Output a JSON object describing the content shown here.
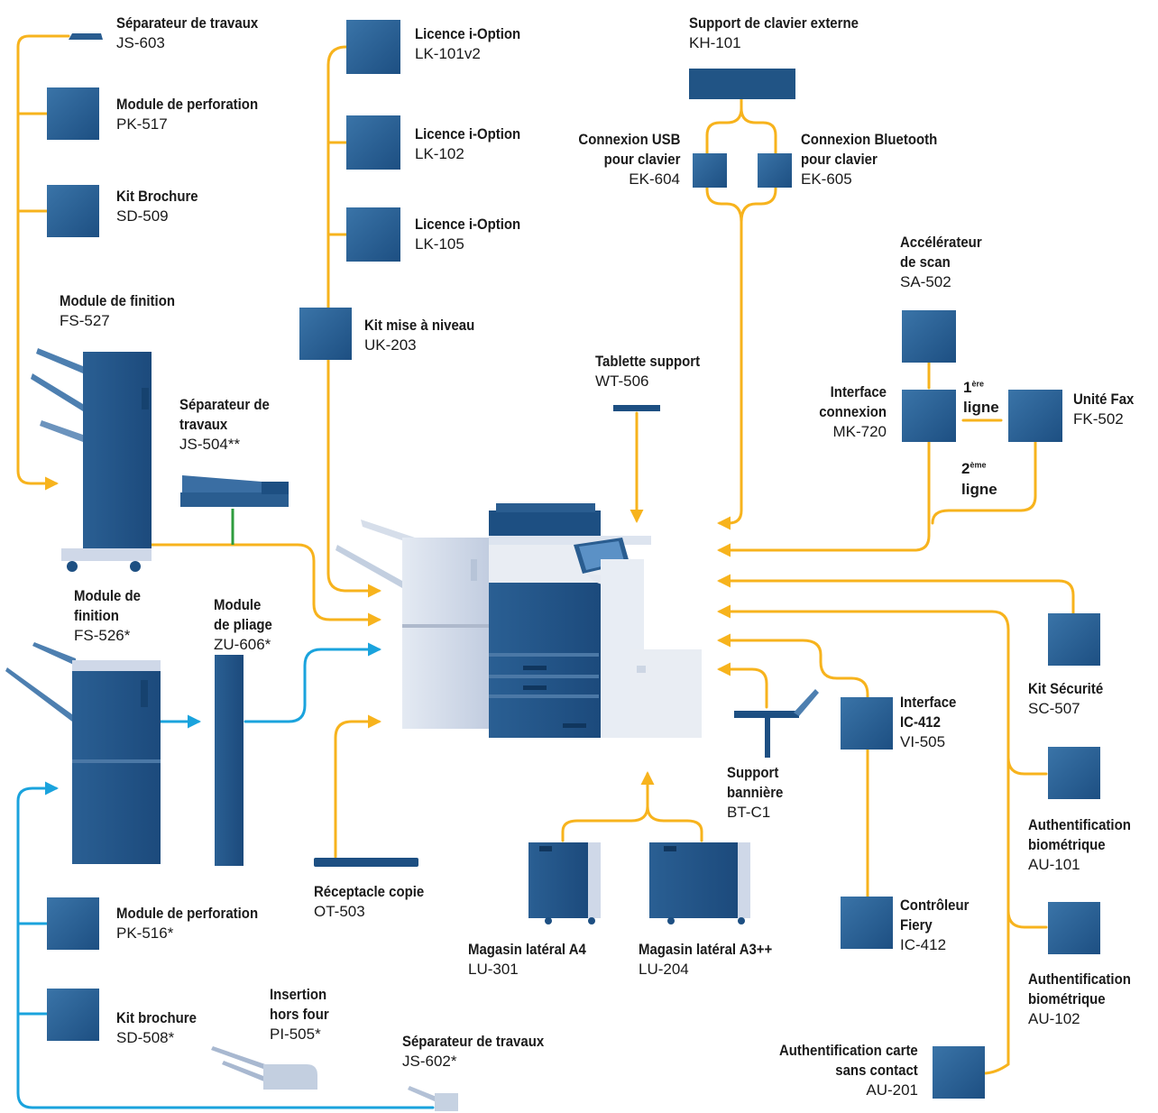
{
  "colors": {
    "line_orange": "#f7b31d",
    "line_blue": "#1aa3dd",
    "line_green": "#2e9c3e",
    "unit_dark": "#1d4f82",
    "unit_light": "#3a74a8",
    "machine_light": "#cfd8e8"
  },
  "labels": {
    "js603": {
      "name": "Séparateur de travaux",
      "code": "JS-603"
    },
    "pk517": {
      "name": "Module de perforation",
      "code": "PK-517"
    },
    "sd509": {
      "name": "Kit Brochure",
      "code": "SD-509"
    },
    "fs527": {
      "name": "Module de finition",
      "code": "FS-527"
    },
    "js504": {
      "name1": "Séparateur de",
      "name2": "travaux",
      "code": "JS-504**"
    },
    "lk101": {
      "name": "Licence i-Option",
      "code": "LK-101v2"
    },
    "lk102": {
      "name": "Licence i-Option",
      "code": "LK-102"
    },
    "lk105": {
      "name": "Licence i-Option",
      "code": "LK-105"
    },
    "uk203": {
      "name": "Kit mise à niveau",
      "code": "UK-203"
    },
    "kh101": {
      "name": "Support de clavier externe",
      "code": "KH-101"
    },
    "ek604": {
      "name1": "Connexion USB",
      "name2": "pour clavier",
      "code": "EK-604"
    },
    "ek605": {
      "name1": "Connexion Bluetooth",
      "name2": "pour clavier",
      "code": "EK-605"
    },
    "sa502": {
      "name1": "Accélérateur",
      "name2": "de scan",
      "code": "SA-502"
    },
    "wt506": {
      "name": "Tablette support",
      "code": "WT-506"
    },
    "mk720": {
      "name1": "Interface",
      "name2": "connexion",
      "code": "MK-720"
    },
    "fk502": {
      "name": "Unité Fax",
      "code": "FK-502"
    },
    "line1": {
      "num": "1",
      "sup": "ère",
      "word": "ligne"
    },
    "line2": {
      "num": "2",
      "sup": "ème",
      "word": "ligne"
    },
    "fs526": {
      "name1": "Module de",
      "name2": "finition",
      "code": "FS-526*"
    },
    "zu606": {
      "name1": "Module",
      "name2": "de pliage",
      "code": "ZU-606*"
    },
    "sc507": {
      "name": "Kit Sécurité",
      "code": "SC-507"
    },
    "vi505": {
      "name1": "Interface",
      "name2": "IC-412",
      "code": "VI-505"
    },
    "btc1": {
      "name1": "Support",
      "name2": "bannière",
      "code": "BT-C1"
    },
    "au101": {
      "name1": "Authentification",
      "name2": "biométrique",
      "code": "AU-101"
    },
    "ot503": {
      "name": "Réceptacle copie",
      "code": "OT-503"
    },
    "pk516": {
      "name": "Module de perforation",
      "code": "PK-516*"
    },
    "lu301": {
      "name": "Magasin latéral A4",
      "code": "LU-301"
    },
    "lu204": {
      "name": "Magasin latéral A3++",
      "code": "LU-204"
    },
    "ic412": {
      "name1": "Contrôleur",
      "name2": "Fiery",
      "code": "IC-412"
    },
    "au102": {
      "name1": "Authentification",
      "name2": "biométrique",
      "code": "AU-102"
    },
    "sd508": {
      "name": "Kit brochure",
      "code": "SD-508*"
    },
    "pi505": {
      "name1": "Insertion",
      "name2": "hors four",
      "code": "PI-505*"
    },
    "js602": {
      "name": "Séparateur de travaux",
      "code": "JS-602*"
    },
    "au201": {
      "name1": "Authentification carte",
      "name2": "sans contact",
      "code": "AU-201"
    }
  }
}
